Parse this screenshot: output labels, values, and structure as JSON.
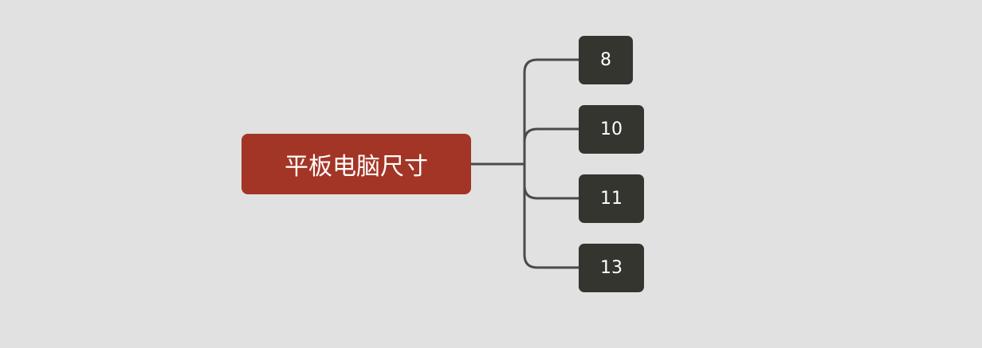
{
  "root": {
    "label": "平板电脑尺寸",
    "color": "#a33526"
  },
  "children": [
    {
      "label": "8"
    },
    {
      "label": "10"
    },
    {
      "label": "11"
    },
    {
      "label": "13"
    }
  ],
  "colors": {
    "background": "#e1e1e1",
    "node": "#353530",
    "line": "#4a4a4a"
  }
}
